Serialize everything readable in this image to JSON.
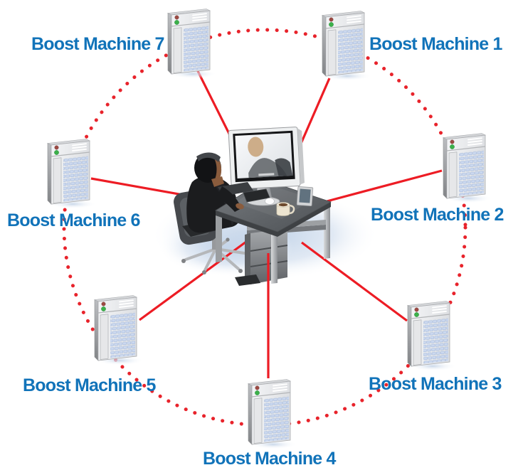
{
  "diagram": {
    "type": "network-topology",
    "machines": [
      {
        "label": "Boost Machine 1",
        "icon": "server-tower-icon"
      },
      {
        "label": "Boost Machine 2",
        "icon": "server-tower-icon"
      },
      {
        "label": "Boost Machine 3",
        "icon": "server-tower-icon"
      },
      {
        "label": "Boost Machine 4",
        "icon": "server-tower-icon"
      },
      {
        "label": "Boost Machine 5",
        "icon": "server-tower-icon"
      },
      {
        "label": "Boost Machine 6",
        "icon": "server-tower-icon"
      },
      {
        "label": "Boost Machine 7",
        "icon": "server-tower-icon"
      }
    ],
    "hub": {
      "icon": "operator-workstation",
      "parts": [
        "monitor",
        "desk",
        "office-chair",
        "person",
        "keyboard",
        "mouse",
        "coffee-mug",
        "photo-frame"
      ]
    },
    "connections": {
      "hub_links": {
        "style": "solid",
        "color": "#ed1c24",
        "count": 7
      },
      "ring": {
        "style": "dotted",
        "color": "#e8232b"
      }
    },
    "colors": {
      "label_text": "#1173b9",
      "background": "#ffffff"
    }
  }
}
